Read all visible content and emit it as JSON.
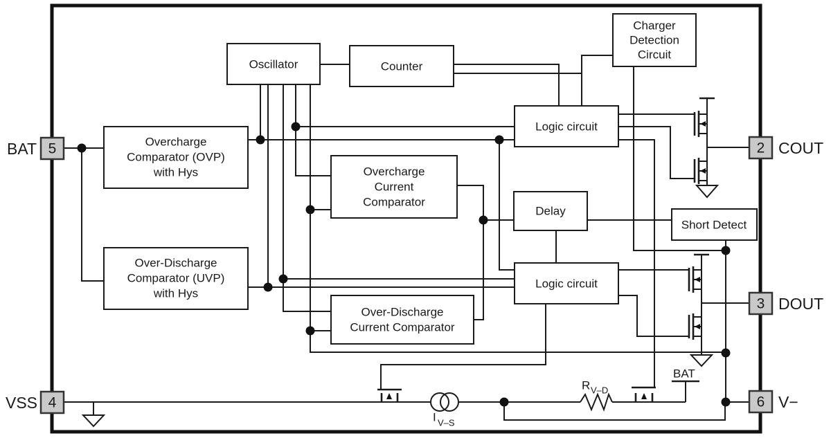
{
  "blocks": {
    "oscillator": {
      "label": "Oscillator"
    },
    "counter": {
      "label": "Counter"
    },
    "charger_detection": {
      "lines": [
        "Charger",
        "Detection",
        "Circuit"
      ]
    },
    "logic1": {
      "label": "Logic circuit"
    },
    "logic2": {
      "label": "Logic circuit"
    },
    "ovp": {
      "lines": [
        "Overcharge",
        "Comparator (OVP)",
        "with Hys"
      ]
    },
    "occ": {
      "lines": [
        "Overcharge",
        "Current",
        "Comparator"
      ]
    },
    "delay": {
      "label": "Delay"
    },
    "short_detect": {
      "label": "Short Detect"
    },
    "uvp": {
      "lines": [
        "Over-Discharge",
        "Comparator (UVP)",
        "with Hys"
      ]
    },
    "odcc": {
      "lines": [
        "Over-Discharge",
        "Current Comparator"
      ]
    }
  },
  "pins": {
    "bat": {
      "number": "5",
      "name": "BAT"
    },
    "vss": {
      "number": "4",
      "name": "VSS"
    },
    "cout": {
      "number": "2",
      "name": "COUT"
    },
    "dout": {
      "number": "3",
      "name": "DOUT"
    },
    "vminus": {
      "number": "6",
      "name": "V−"
    }
  },
  "labels": {
    "bat_rail": "BAT",
    "current_source_base": "I",
    "current_source_sub": "V–S",
    "resistor_base": "R",
    "resistor_sub": "V–D"
  },
  "colors": {
    "wire": "#1a1a1a",
    "pin_fill": "#c9c9c9",
    "background": "#ffffff"
  }
}
